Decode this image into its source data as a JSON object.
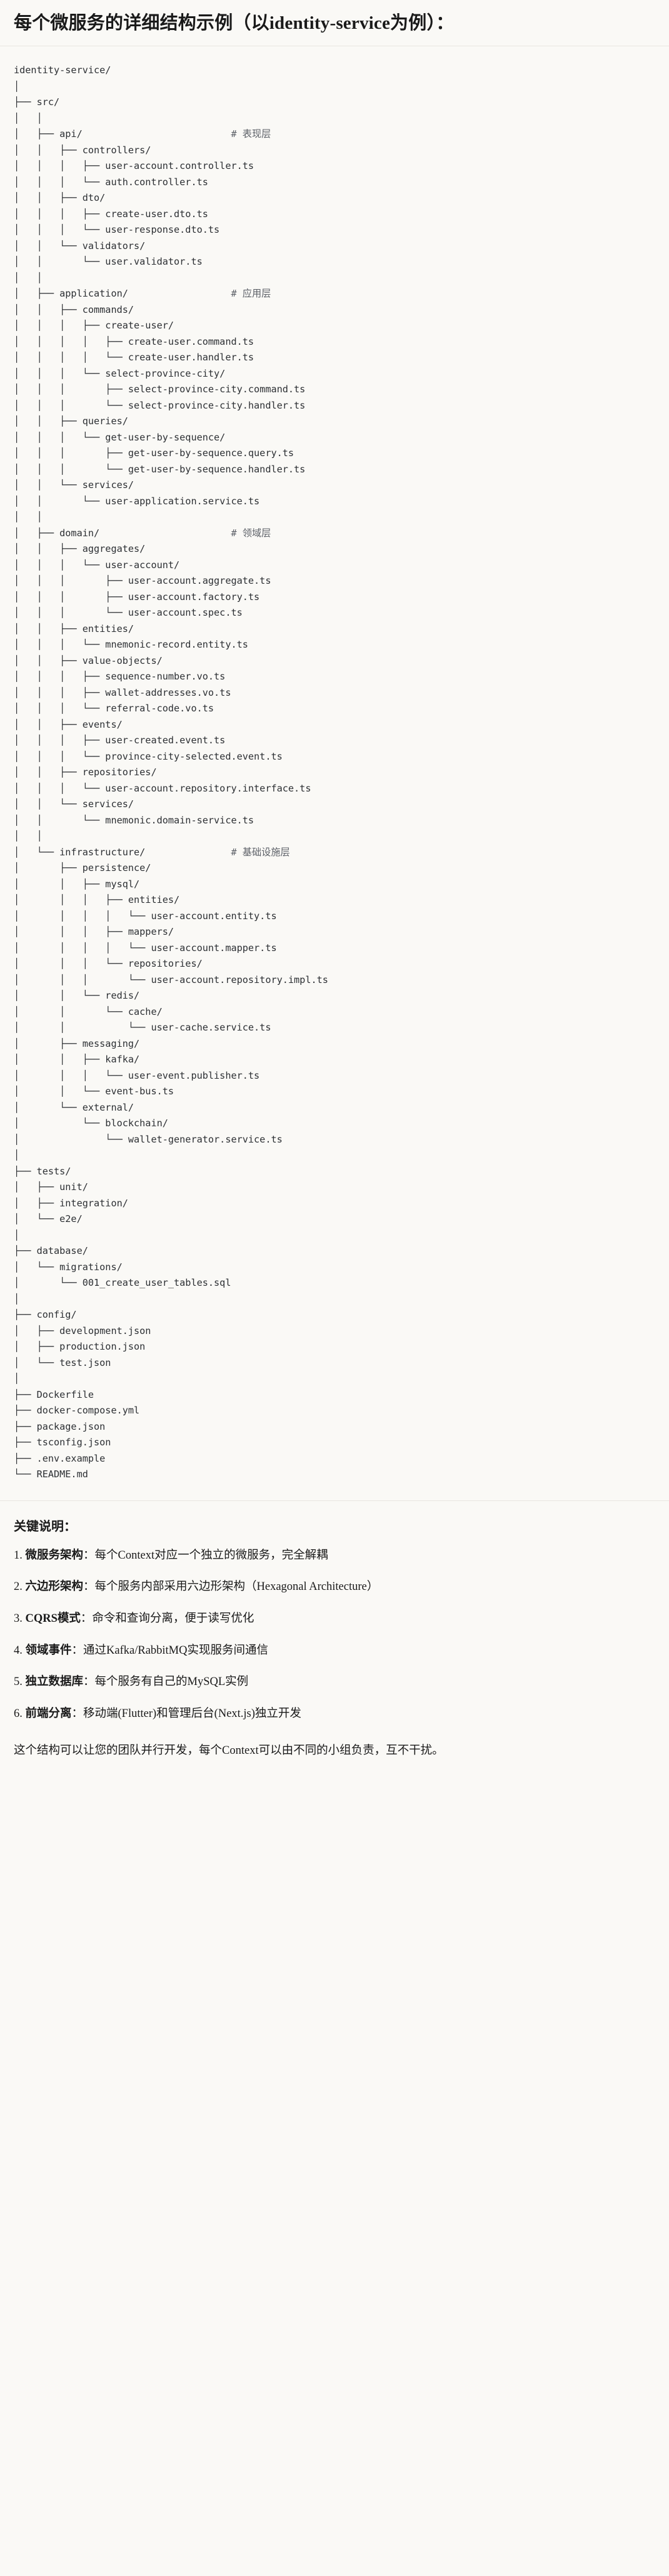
{
  "heading": "每个微服务的详细结构示例（以identity-service为例）：",
  "tree": {
    "comments": {
      "api": "# 表现层",
      "application": "# 应用层",
      "domain": "# 领域层",
      "infrastructure": "# 基础设施层"
    },
    "lines": [
      "identity-service/",
      "│",
      "├── src/",
      "│   │",
      "│   ├── api/                          # 表现层",
      "│   │   ├── controllers/",
      "│   │   │   ├── user-account.controller.ts",
      "│   │   │   └── auth.controller.ts",
      "│   │   ├── dto/",
      "│   │   │   ├── create-user.dto.ts",
      "│   │   │   └── user-response.dto.ts",
      "│   │   └── validators/",
      "│   │       └── user.validator.ts",
      "│   │",
      "│   ├── application/                  # 应用层",
      "│   │   ├── commands/",
      "│   │   │   ├── create-user/",
      "│   │   │   │   ├── create-user.command.ts",
      "│   │   │   │   └── create-user.handler.ts",
      "│   │   │   └── select-province-city/",
      "│   │   │       ├── select-province-city.command.ts",
      "│   │   │       └── select-province-city.handler.ts",
      "│   │   ├── queries/",
      "│   │   │   └── get-user-by-sequence/",
      "│   │   │       ├── get-user-by-sequence.query.ts",
      "│   │   │       └── get-user-by-sequence.handler.ts",
      "│   │   └── services/",
      "│   │       └── user-application.service.ts",
      "│   │",
      "│   ├── domain/                       # 领域层",
      "│   │   ├── aggregates/",
      "│   │   │   └── user-account/",
      "│   │   │       ├── user-account.aggregate.ts",
      "│   │   │       ├── user-account.factory.ts",
      "│   │   │       └── user-account.spec.ts",
      "│   │   ├── entities/",
      "│   │   │   └── mnemonic-record.entity.ts",
      "│   │   ├── value-objects/",
      "│   │   │   ├── sequence-number.vo.ts",
      "│   │   │   ├── wallet-addresses.vo.ts",
      "│   │   │   └── referral-code.vo.ts",
      "│   │   ├── events/",
      "│   │   │   ├── user-created.event.ts",
      "│   │   │   └── province-city-selected.event.ts",
      "│   │   ├── repositories/",
      "│   │   │   └── user-account.repository.interface.ts",
      "│   │   └── services/",
      "│   │       └── mnemonic.domain-service.ts",
      "│   │",
      "│   └── infrastructure/               # 基础设施层",
      "│       ├── persistence/",
      "│       │   ├── mysql/",
      "│       │   │   ├── entities/",
      "│       │   │   │   └── user-account.entity.ts",
      "│       │   │   ├── mappers/",
      "│       │   │   │   └── user-account.mapper.ts",
      "│       │   │   └── repositories/",
      "│       │   │       └── user-account.repository.impl.ts",
      "│       │   └── redis/",
      "│       │       └── cache/",
      "│       │           └── user-cache.service.ts",
      "│       ├── messaging/",
      "│       │   ├── kafka/",
      "│       │   │   └── user-event.publisher.ts",
      "│       │   └── event-bus.ts",
      "│       └── external/",
      "│           └── blockchain/",
      "│               └── wallet-generator.service.ts",
      "│",
      "├── tests/",
      "│   ├── unit/",
      "│   ├── integration/",
      "│   └── e2e/",
      "│",
      "├── database/",
      "│   └── migrations/",
      "│       └── 001_create_user_tables.sql",
      "│",
      "├── config/",
      "│   ├── development.json",
      "│   ├── production.json",
      "│   └── test.json",
      "│",
      "├── Dockerfile",
      "├── docker-compose.yml",
      "├── package.json",
      "├── tsconfig.json",
      "├── .env.example",
      "└── README.md"
    ]
  },
  "notes": {
    "title": "关键说明：",
    "items": [
      {
        "num": "1.",
        "lead": "微服务架构",
        "body": "：每个Context对应一个独立的微服务，完全解耦"
      },
      {
        "num": "2.",
        "lead": "六边形架构",
        "body": "：每个服务内部采用六边形架构（Hexagonal Architecture）"
      },
      {
        "num": "3.",
        "lead": "CQRS模式",
        "body": "：命令和查询分离，便于读写优化"
      },
      {
        "num": "4.",
        "lead": "领域事件",
        "body": "：通过Kafka/RabbitMQ实现服务间通信"
      },
      {
        "num": "5.",
        "lead": "独立数据库",
        "body": "：每个服务有自己的MySQL实例"
      },
      {
        "num": "6.",
        "lead": "前端分离",
        "body": "：移动端(Flutter)和管理后台(Next.js)独立开发"
      }
    ],
    "closing": "这个结构可以让您的团队并行开发，每个Context可以由不同的小组负责，互不干扰。"
  }
}
